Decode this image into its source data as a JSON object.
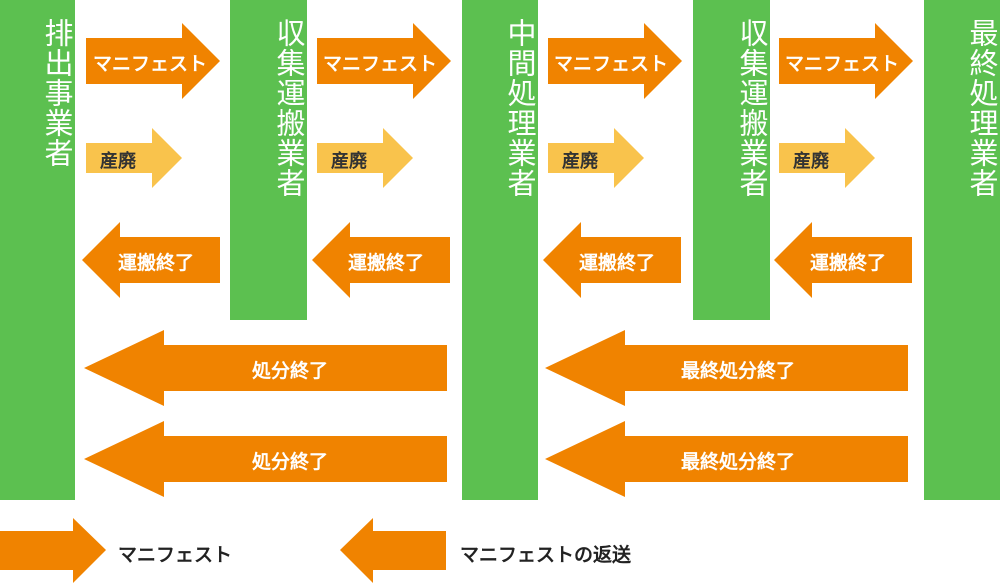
{
  "colors": {
    "column_green": "#5cc050",
    "arrow_orange": "#f08300",
    "arrow_yellow": "#f9c34c",
    "label_white": "#ffffff",
    "label_dark": "#333333"
  },
  "columns": [
    {
      "label": "排出事業者"
    },
    {
      "label": "収集運搬業者"
    },
    {
      "label": "中間処理業者"
    },
    {
      "label": "収集運搬業者"
    },
    {
      "label": "最終処理業者"
    }
  ],
  "forward_manifest": [
    "マニフェスト",
    "マニフェスト",
    "マニフェスト",
    "マニフェスト"
  ],
  "forward_waste": [
    "産廃",
    "産廃",
    "産廃",
    "産廃"
  ],
  "return_transport": [
    "運搬終了",
    "運搬終了",
    "運搬終了",
    "運搬終了"
  ],
  "return_disposal": {
    "row1": [
      "処分終了",
      "最終処分終了"
    ],
    "row2": [
      "処分終了",
      "最終処分終了"
    ]
  },
  "legend": {
    "manifest": "マニフェスト",
    "manifest_return": "マニフェストの返送"
  }
}
